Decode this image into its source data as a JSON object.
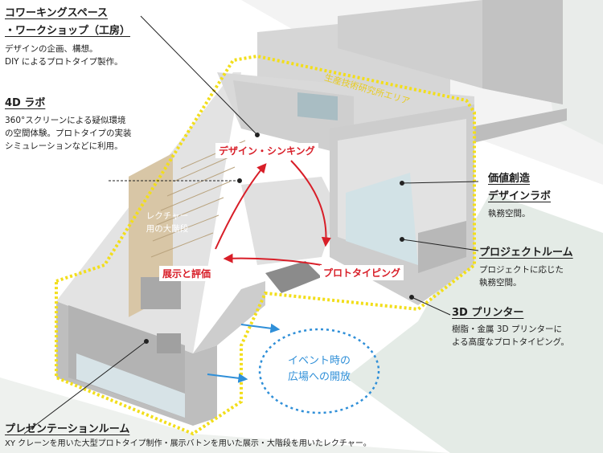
{
  "colors": {
    "building_wall": "#c9c9c9",
    "building_roof": "#e1e1e1",
    "glass": "#d8e6ea",
    "area_outline": "#f2de1b",
    "cycle_arrow": "#d81e28",
    "event_circle": "#2f8fd8",
    "street": "#d9e3dc"
  },
  "icons": {
    "cycle": "circular-arrow-icon",
    "opening": "arrow-right-icon"
  },
  "labels": {
    "coworking": {
      "title_line1": "コワーキングスペース",
      "title_line2": "・ワークショップ（工房）",
      "desc_line1": "デザインの企画、構想。",
      "desc_line2": "DIY によるプロトタイプ製作。"
    },
    "lab4d": {
      "title": "4D ラボ",
      "desc_line1": "360°スクリーンによる疑似環境",
      "desc_line2": "の空間体験。プロトタイプの実装",
      "desc_line3": "シミュレーションなどに利用。"
    },
    "value_lab": {
      "title_line1": "価値創造",
      "title_line2": "デザインラボ",
      "desc": "執務空間。"
    },
    "project_room": {
      "title": "プロジェクトルーム",
      "desc_line1": "プロジェクトに応じた",
      "desc_line2": "執務空間。"
    },
    "printer3d": {
      "title": "3D プリンター",
      "desc_line1": "樹脂・金属 3D プリンターに",
      "desc_line2": "よる高度なプロトタイピング。"
    },
    "presentation": {
      "title": "プレゼンテーションルーム",
      "desc": "XY クレーンを用いた大型プロトタイプ制作・展示バトンを用いた展示・大階段を用いたレクチャー。"
    },
    "stairs_line1": "レクチャー",
    "stairs_line2": "用の大階段",
    "event_line1": "イベント時の",
    "event_line2": "広場への開放",
    "area_name": "生産技術研究所エリア",
    "cycle": {
      "thinking": "デザイン・シンキング",
      "prototyping": "プロトタイピング",
      "exhibit": "展示と評価"
    }
  }
}
